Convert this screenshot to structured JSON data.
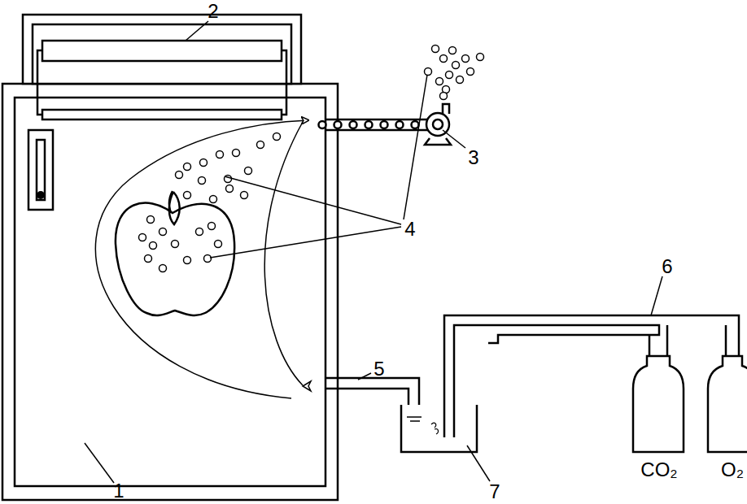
{
  "diagram": {
    "labels": [
      "2",
      "3",
      "4",
      "5",
      "6",
      "1",
      "7",
      "CO₂",
      "O₂"
    ]
  }
}
